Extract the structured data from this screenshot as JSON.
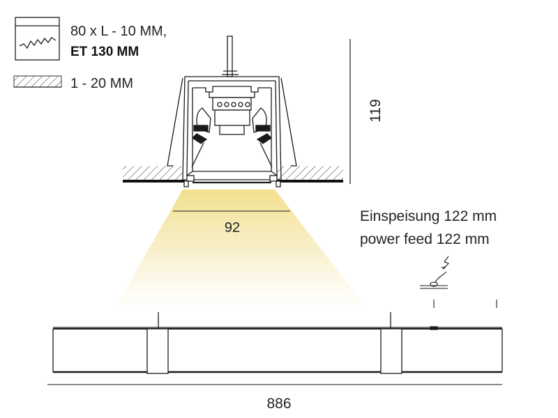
{
  "legend": {
    "cutout_line": "80 x L - 10 MM,",
    "cutout_line_bold": "ET 130 MM",
    "ceiling_line": "1 - 20 MM"
  },
  "dimensions": {
    "height": "119",
    "light_width": "92",
    "length": "886"
  },
  "power_feed": {
    "line_de": "Einspeisung 122 mm",
    "line_en": "power feed 122 mm"
  },
  "icons": [
    "ceiling-cutout-icon",
    "ceiling-hatch-icon",
    "power-feed-cable-icon"
  ],
  "colors": {
    "line": "#1a1a1a",
    "light_beam": "#f3e6a0",
    "hatch": "#333333"
  }
}
